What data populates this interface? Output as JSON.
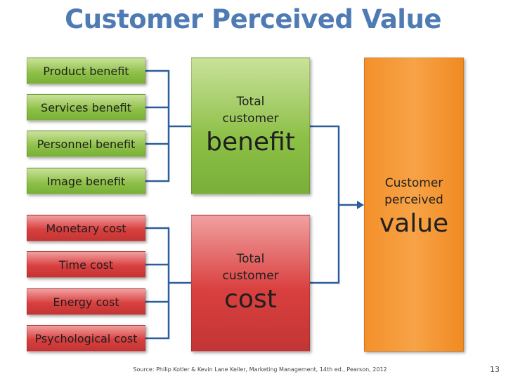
{
  "title": "Customer Perceived Value",
  "benefits": [
    "Product benefit",
    "Services benefit",
    "Personnel benefit",
    "Image benefit"
  ],
  "costs": [
    "Monetary cost",
    "Time cost",
    "Energy cost",
    "Psychological cost"
  ],
  "total_benefit": {
    "line1": "Total",
    "line2": "customer",
    "big": "benefit"
  },
  "total_cost": {
    "line1": "Total",
    "line2": "customer",
    "big": "cost"
  },
  "perceived_value": {
    "line1": "Customer",
    "line2": "perceived",
    "big": "value"
  },
  "footer": {
    "source": "Source: Philip Kotler & Kevin Lane Keller, Marketing Management, 14th ed., Pearson, 2012",
    "page_number": "13"
  },
  "colors": {
    "title": "#4f7bb5",
    "benefit_green": "#8cbf45",
    "cost_red": "#d9403f",
    "value_orange": "#f4902a",
    "connector": "#2e5d9b"
  }
}
